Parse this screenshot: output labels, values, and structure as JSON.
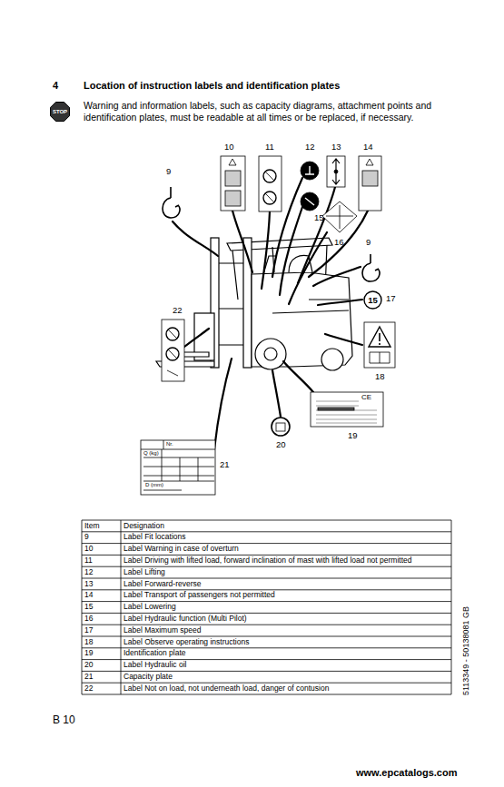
{
  "diagram": {
    "title": "Location of instruction labels and identification plates",
    "nodes": [
      {
        "text": [
          "STOP"
        ]
      },
      {
        "text": [
          "15"
        ]
      }
    ],
    "labels": [
      "4",
      "Warning and information labels, such as capacity diagrams, attachment points and identification plates, must be readable at all times or be replaced, if necessary.",
      "10",
      "11",
      "12",
      "13",
      "14",
      "9",
      "15",
      "16",
      "9",
      "17",
      "22",
      "18",
      "20",
      "19",
      "21",
      "CE",
      "Nr.",
      "Q (kg)",
      "D (mm)",
      "Item",
      "Designation",
      "9",
      "Label Fit locations",
      "10",
      "Label Warning in case of overturn",
      "11",
      "Label Driving with lifted load, forward inclination of mast with lifted load not permitted",
      "12",
      "Label Lifting",
      "13",
      "Label Forward-reverse",
      "14",
      "Label Transport of passengers not permitted",
      "15",
      "Label Lowering",
      "16",
      "Label Hydraulic function (Multi Pilot)",
      "17",
      "Label Maximum speed",
      "18",
      "Label Observe operating instructions",
      "19",
      "Identification plate",
      "20",
      "Label Hydraulic oil",
      "21",
      "Capacity plate",
      "22",
      "Label Not on load, not underneath load, danger of contusion",
      "5113349 - 50138081 GB",
      "B 10",
      "www.epcatalogs.com"
    ]
  }
}
